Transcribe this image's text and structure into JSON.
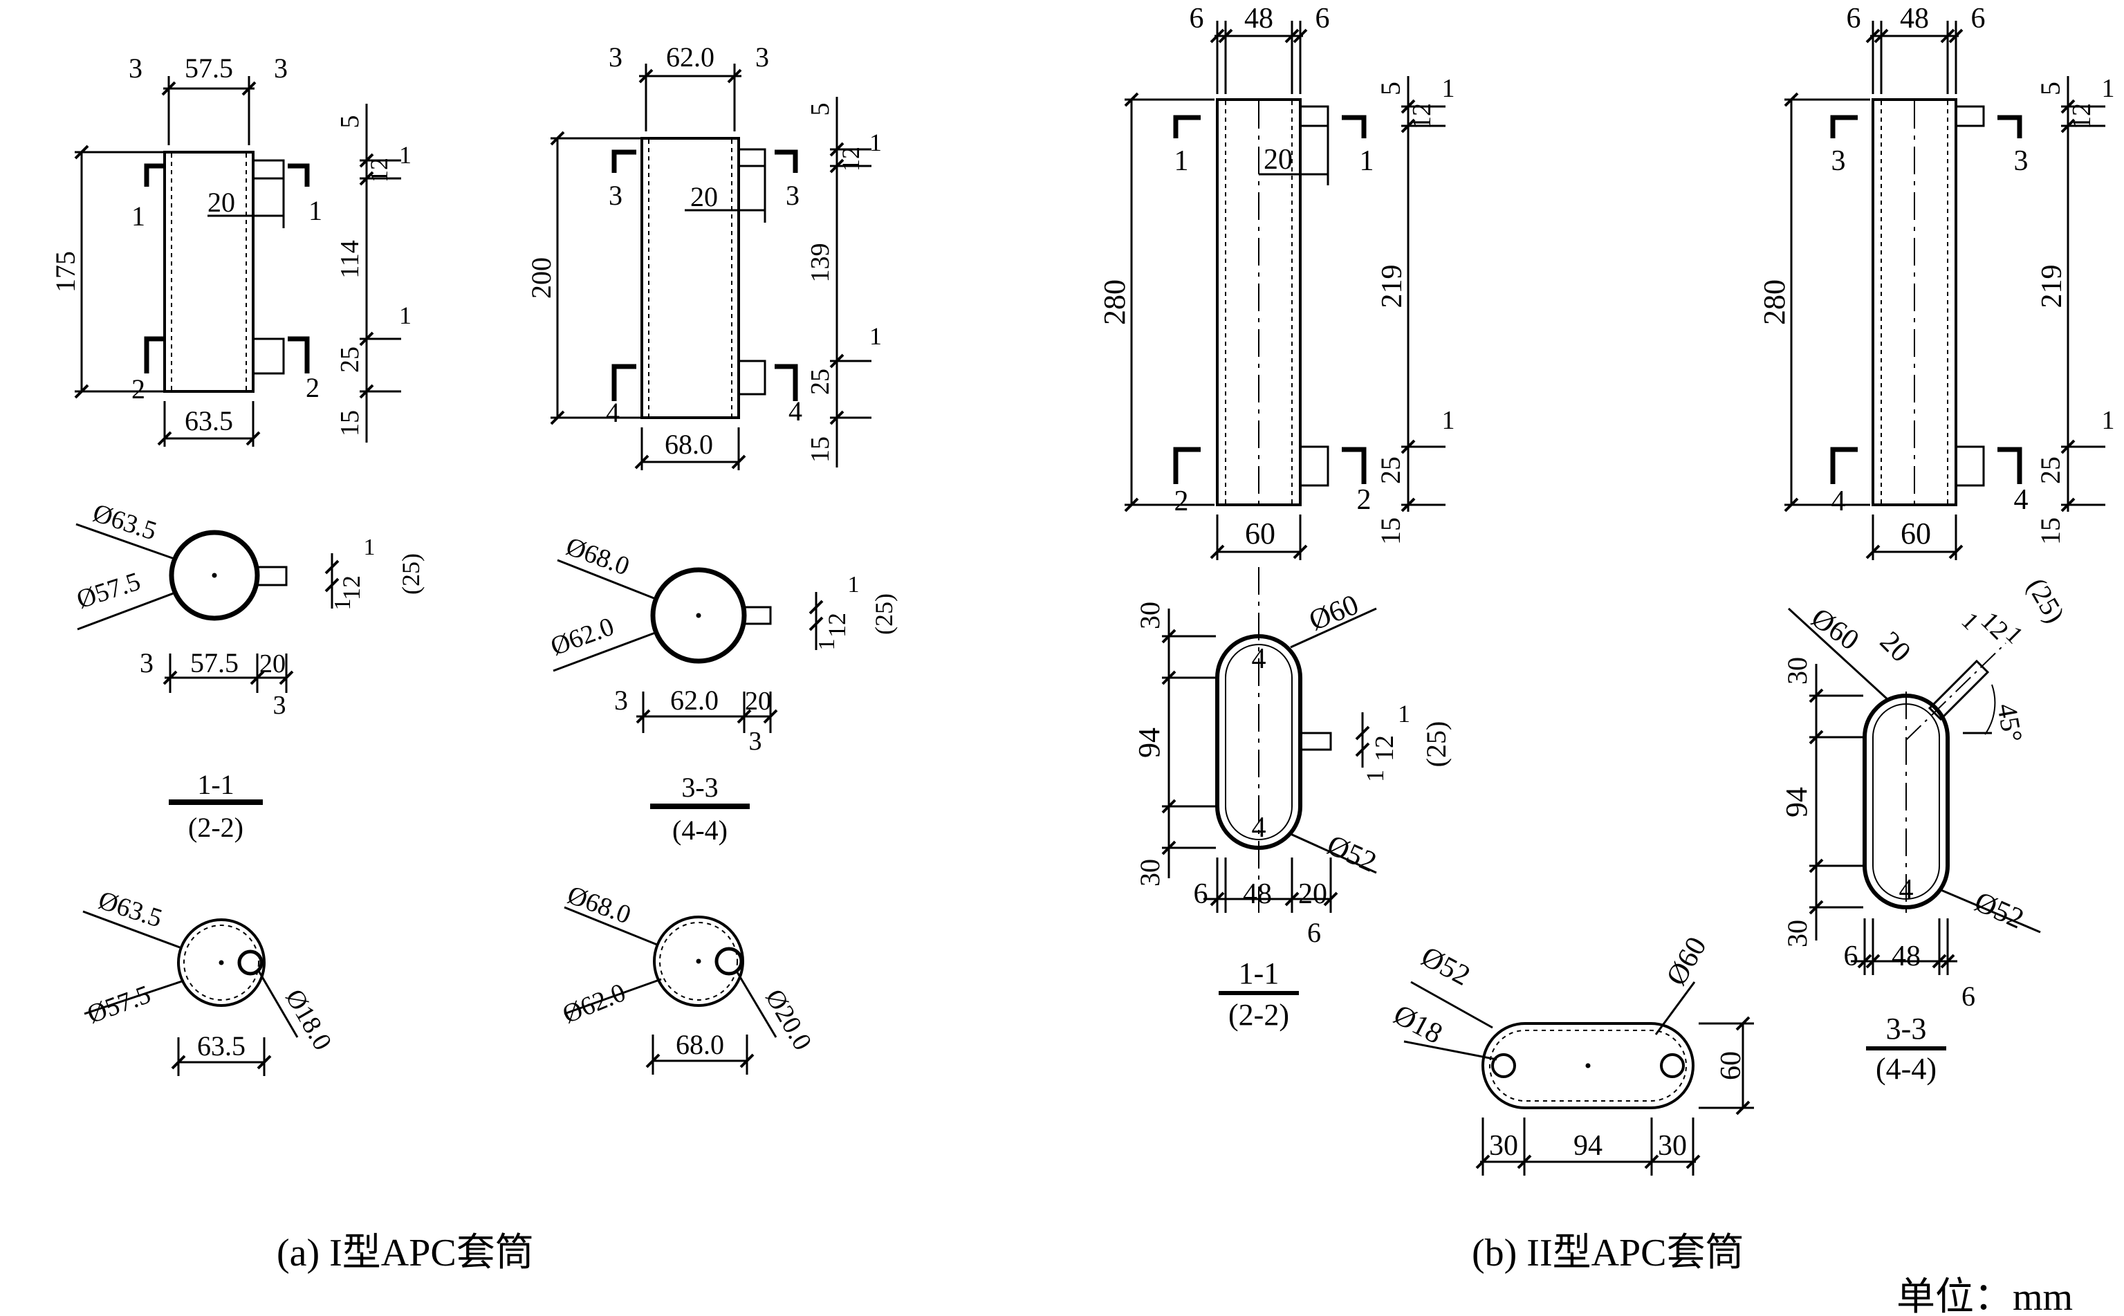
{
  "captions": {
    "a": "(a) I型APC套筒",
    "b": "(b) II型APC套筒",
    "units": "单位：mm"
  },
  "type1": {
    "top": {
      "wall_left": "3",
      "inner_width": "57.5",
      "wall_right": "3",
      "height": "175",
      "outer_width": "63.5",
      "gap_top": "5",
      "port_top": "1",
      "port_mid": "12",
      "port_end": "1",
      "spacing": "114",
      "gap_bottom": "15",
      "port_bottom": "25",
      "port_bottom_end": "1",
      "port_len": "20",
      "sec1": "1",
      "sec2": "2"
    },
    "mid": {
      "dia_outer": "Ø63.5",
      "dia_inner": "Ø57.5",
      "port_a": "1",
      "port_b": "12",
      "port_c": "1",
      "port_total": "(25)",
      "w_left": "3",
      "w_inner": "57.5",
      "w_port": "20",
      "w_sub": "3",
      "label_top": "1-1",
      "label_bottom": "(2-2)"
    },
    "bottom": {
      "dia_outer": "Ø63.5",
      "dia_inner": "Ø57.5",
      "hole": "Ø18.0",
      "width": "63.5"
    }
  },
  "type1b": {
    "top": {
      "wall_left": "3",
      "inner_width": "62.0",
      "wall_right": "3",
      "height": "200",
      "outer_width": "68.0",
      "gap_top": "5",
      "port_top": "1",
      "port_mid": "12",
      "port_end": "1",
      "spacing": "139",
      "gap_bottom": "15",
      "port_bottom": "25",
      "port_bottom_end": "1",
      "port_len": "20",
      "sec1": "3",
      "sec2": "4"
    },
    "mid": {
      "dia_outer": "Ø68.0",
      "dia_inner": "Ø62.0",
      "port_a": "1",
      "port_b": "12",
      "port_c": "1",
      "port_total": "(25)",
      "w_left": "3",
      "w_inner": "62.0",
      "w_port": "20",
      "w_sub": "3",
      "label_top": "3-3",
      "label_bottom": "(4-4)"
    },
    "bottom": {
      "dia_outer": "Ø68.0",
      "dia_inner": "Ø62.0",
      "hole": "Ø20.0",
      "width": "68.0"
    }
  },
  "type2a": {
    "top": {
      "wall_left": "6",
      "inner_width": "48",
      "wall_right": "6",
      "height": "280",
      "outer_width": "60",
      "gap_top": "5",
      "port_top": "1",
      "port_mid": "12",
      "port_end": "1",
      "spacing": "219",
      "gap_bottom": "15",
      "port_bottom": "25",
      "port_bottom_end": "1",
      "port_len": "20",
      "sec1": "1",
      "sec2": "2"
    },
    "mid": {
      "end_top": "30",
      "straight": "94",
      "end_bottom": "30",
      "dia_outer": "Ø60",
      "dia_inner": "Ø52",
      "port_a": "1",
      "port_b": "12",
      "port_c": "1",
      "port_total": "(25)",
      "w_left": "6",
      "w_inner": "48",
      "w_port": "20",
      "w_sub": "6",
      "center_mark": "4",
      "label_top": "1-1",
      "label_bottom": "(2-2)"
    }
  },
  "type2b": {
    "top": {
      "wall_left": "6",
      "inner_width": "48",
      "wall_right": "6",
      "height": "280",
      "outer_width": "60",
      "gap_top": "5",
      "port_top": "1",
      "port_mid": "12",
      "port_end": "1",
      "spacing": "219",
      "gap_bottom": "15",
      "port_bottom": "25",
      "port_bottom_end": "1",
      "sec1": "3",
      "sec2": "4"
    },
    "mid": {
      "end_top": "30",
      "straight": "94",
      "end_bottom": "30",
      "dia_outer": "Ø60",
      "dia_inner": "Ø52",
      "port_len": "20",
      "port_a": "1",
      "port_b": "12",
      "port_c": "1",
      "port_total": "(25)",
      "angle": "45°",
      "w_left": "6",
      "w_inner": "48",
      "w_sub": "6",
      "center_mark": "4",
      "label_top": "3-3",
      "label_bottom": "(4-4)"
    }
  },
  "type2plan": {
    "dia_inner": "Ø52",
    "dia_outer": "Ø60",
    "hole": "Ø18",
    "end_left": "30",
    "straight": "94",
    "end_right": "30",
    "height": "60"
  }
}
